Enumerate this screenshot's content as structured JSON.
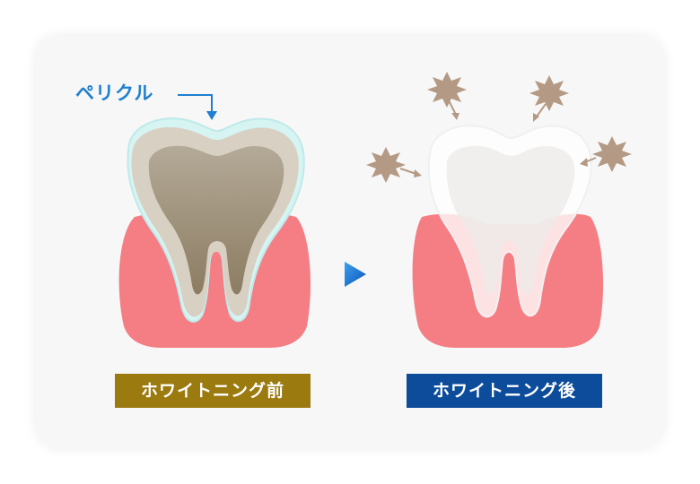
{
  "pellicle_label": "ペリクル",
  "before_label": "ホワイトニング前",
  "after_label": "ホワイトニング後",
  "colors": {
    "before_badge": "#9b7a0f",
    "after_badge": "#0c4c9a",
    "pellicle_text": "#1f7fd0",
    "arrow_blue": "#1f6fd0",
    "gum": "#f57d84",
    "stain": "#b49a84"
  }
}
